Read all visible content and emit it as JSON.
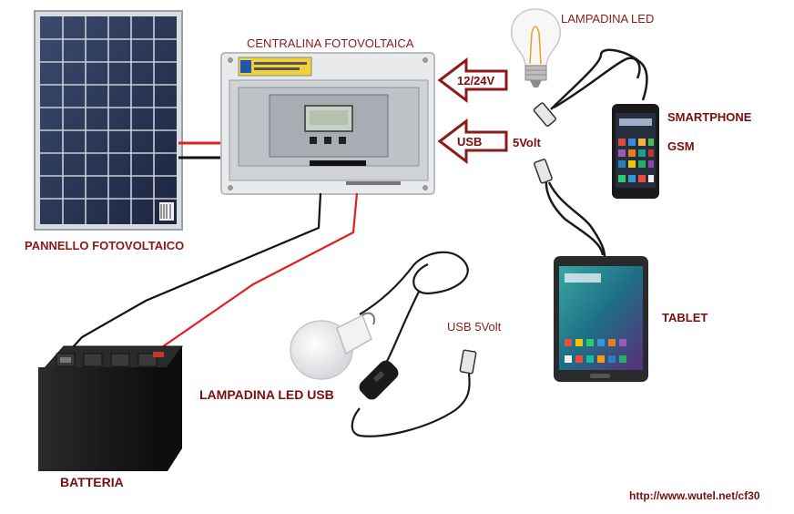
{
  "colors": {
    "label_red": "#8b1a1a",
    "wire_red": "#e02020",
    "wire_black": "#111111",
    "arrow_outline": "#8b1a1a"
  },
  "labels": {
    "central_unit": "CENTRALINA FOTOVOLTAICA",
    "solar_panel": "PANNELLO FOTOVOLTAICO",
    "battery": "BATTERIA",
    "usb_led_bulb": "LAMPADINA LED USB",
    "led_bulb": "LAMPADINA LED",
    "smartphone": "SMARTPHONE",
    "gsm": "GSM",
    "tablet": "TABLET",
    "usb_5volt": "USB 5Volt",
    "five_volt": "5Volt",
    "url": "http://www.wutel.net/cf30"
  },
  "arrows": {
    "top_label": "12/24V",
    "bottom_label": "USB"
  },
  "icons": [
    "solar-panel-icon",
    "charge-controller-icon",
    "battery-icon",
    "led-bulb-icon",
    "usb-led-bulb-icon",
    "smartphone-icon",
    "tablet-icon",
    "usb-plug-icon",
    "arrow-left-icon"
  ]
}
